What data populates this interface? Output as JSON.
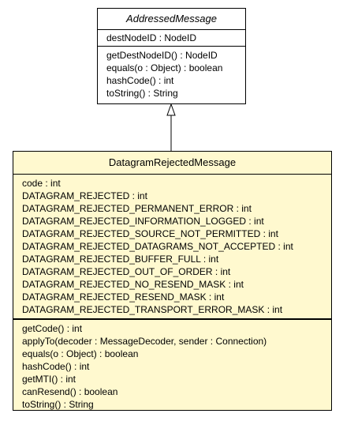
{
  "parent_class": {
    "name": "AddressedMessage",
    "attributes": [
      "destNodeID : NodeID"
    ],
    "operations": [
      "getDestNodeID() : NodeID",
      "equals(o : Object) : boolean",
      "hashCode() : int",
      "toString() : String"
    ]
  },
  "child_class": {
    "name": "DatagramRejectedMessage",
    "attributes": [
      "code : int",
      "DATAGRAM_REJECTED : int",
      "DATAGRAM_REJECTED_PERMANENT_ERROR : int",
      "DATAGRAM_REJECTED_INFORMATION_LOGGED : int",
      "DATAGRAM_REJECTED_SOURCE_NOT_PERMITTED : int",
      "DATAGRAM_REJECTED_DATAGRAMS_NOT_ACCEPTED : int",
      "DATAGRAM_REJECTED_BUFFER_FULL : int",
      "DATAGRAM_REJECTED_OUT_OF_ORDER : int",
      "DATAGRAM_REJECTED_NO_RESEND_MASK : int",
      "DATAGRAM_REJECTED_RESEND_MASK : int",
      "DATAGRAM_REJECTED_TRANSPORT_ERROR_MASK : int"
    ],
    "operations": [
      "getCode() : int",
      "applyTo(decoder : MessageDecoder, sender : Connection)",
      "equals(o : Object) : boolean",
      "hashCode() : int",
      "getMTI() : int",
      "canResend() : boolean",
      "toString() : String"
    ]
  },
  "colors": {
    "child_fill": "#fff9cf",
    "parent_fill": "#ffffff",
    "stroke": "#000000"
  }
}
